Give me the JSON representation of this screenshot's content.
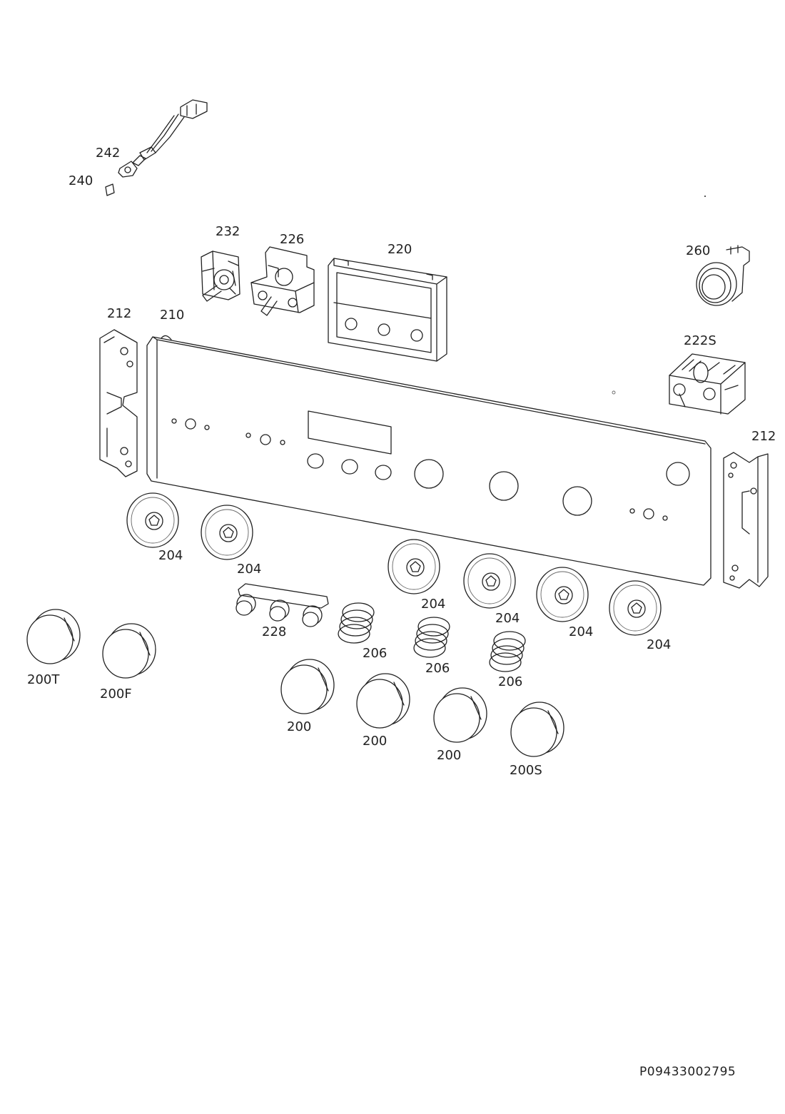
{
  "diagram": {
    "drawing_code": "P09433002795",
    "labels": {
      "l242": "242",
      "l240": "240",
      "l232": "232",
      "l226": "226",
      "l220": "220",
      "l260": "260",
      "l212a": "212",
      "l210": "210",
      "l222s": "222S",
      "l212b": "212",
      "l204a": "204",
      "l204b": "204",
      "l204c": "204",
      "l204d": "204",
      "l204e": "204",
      "l204f": "204",
      "l228": "228",
      "l206a": "206",
      "l206b": "206",
      "l206c": "206",
      "l200t": "200T",
      "l200f": "200F",
      "l200a": "200",
      "l200b": "200",
      "l200c": "200",
      "l200s": "200S"
    }
  }
}
